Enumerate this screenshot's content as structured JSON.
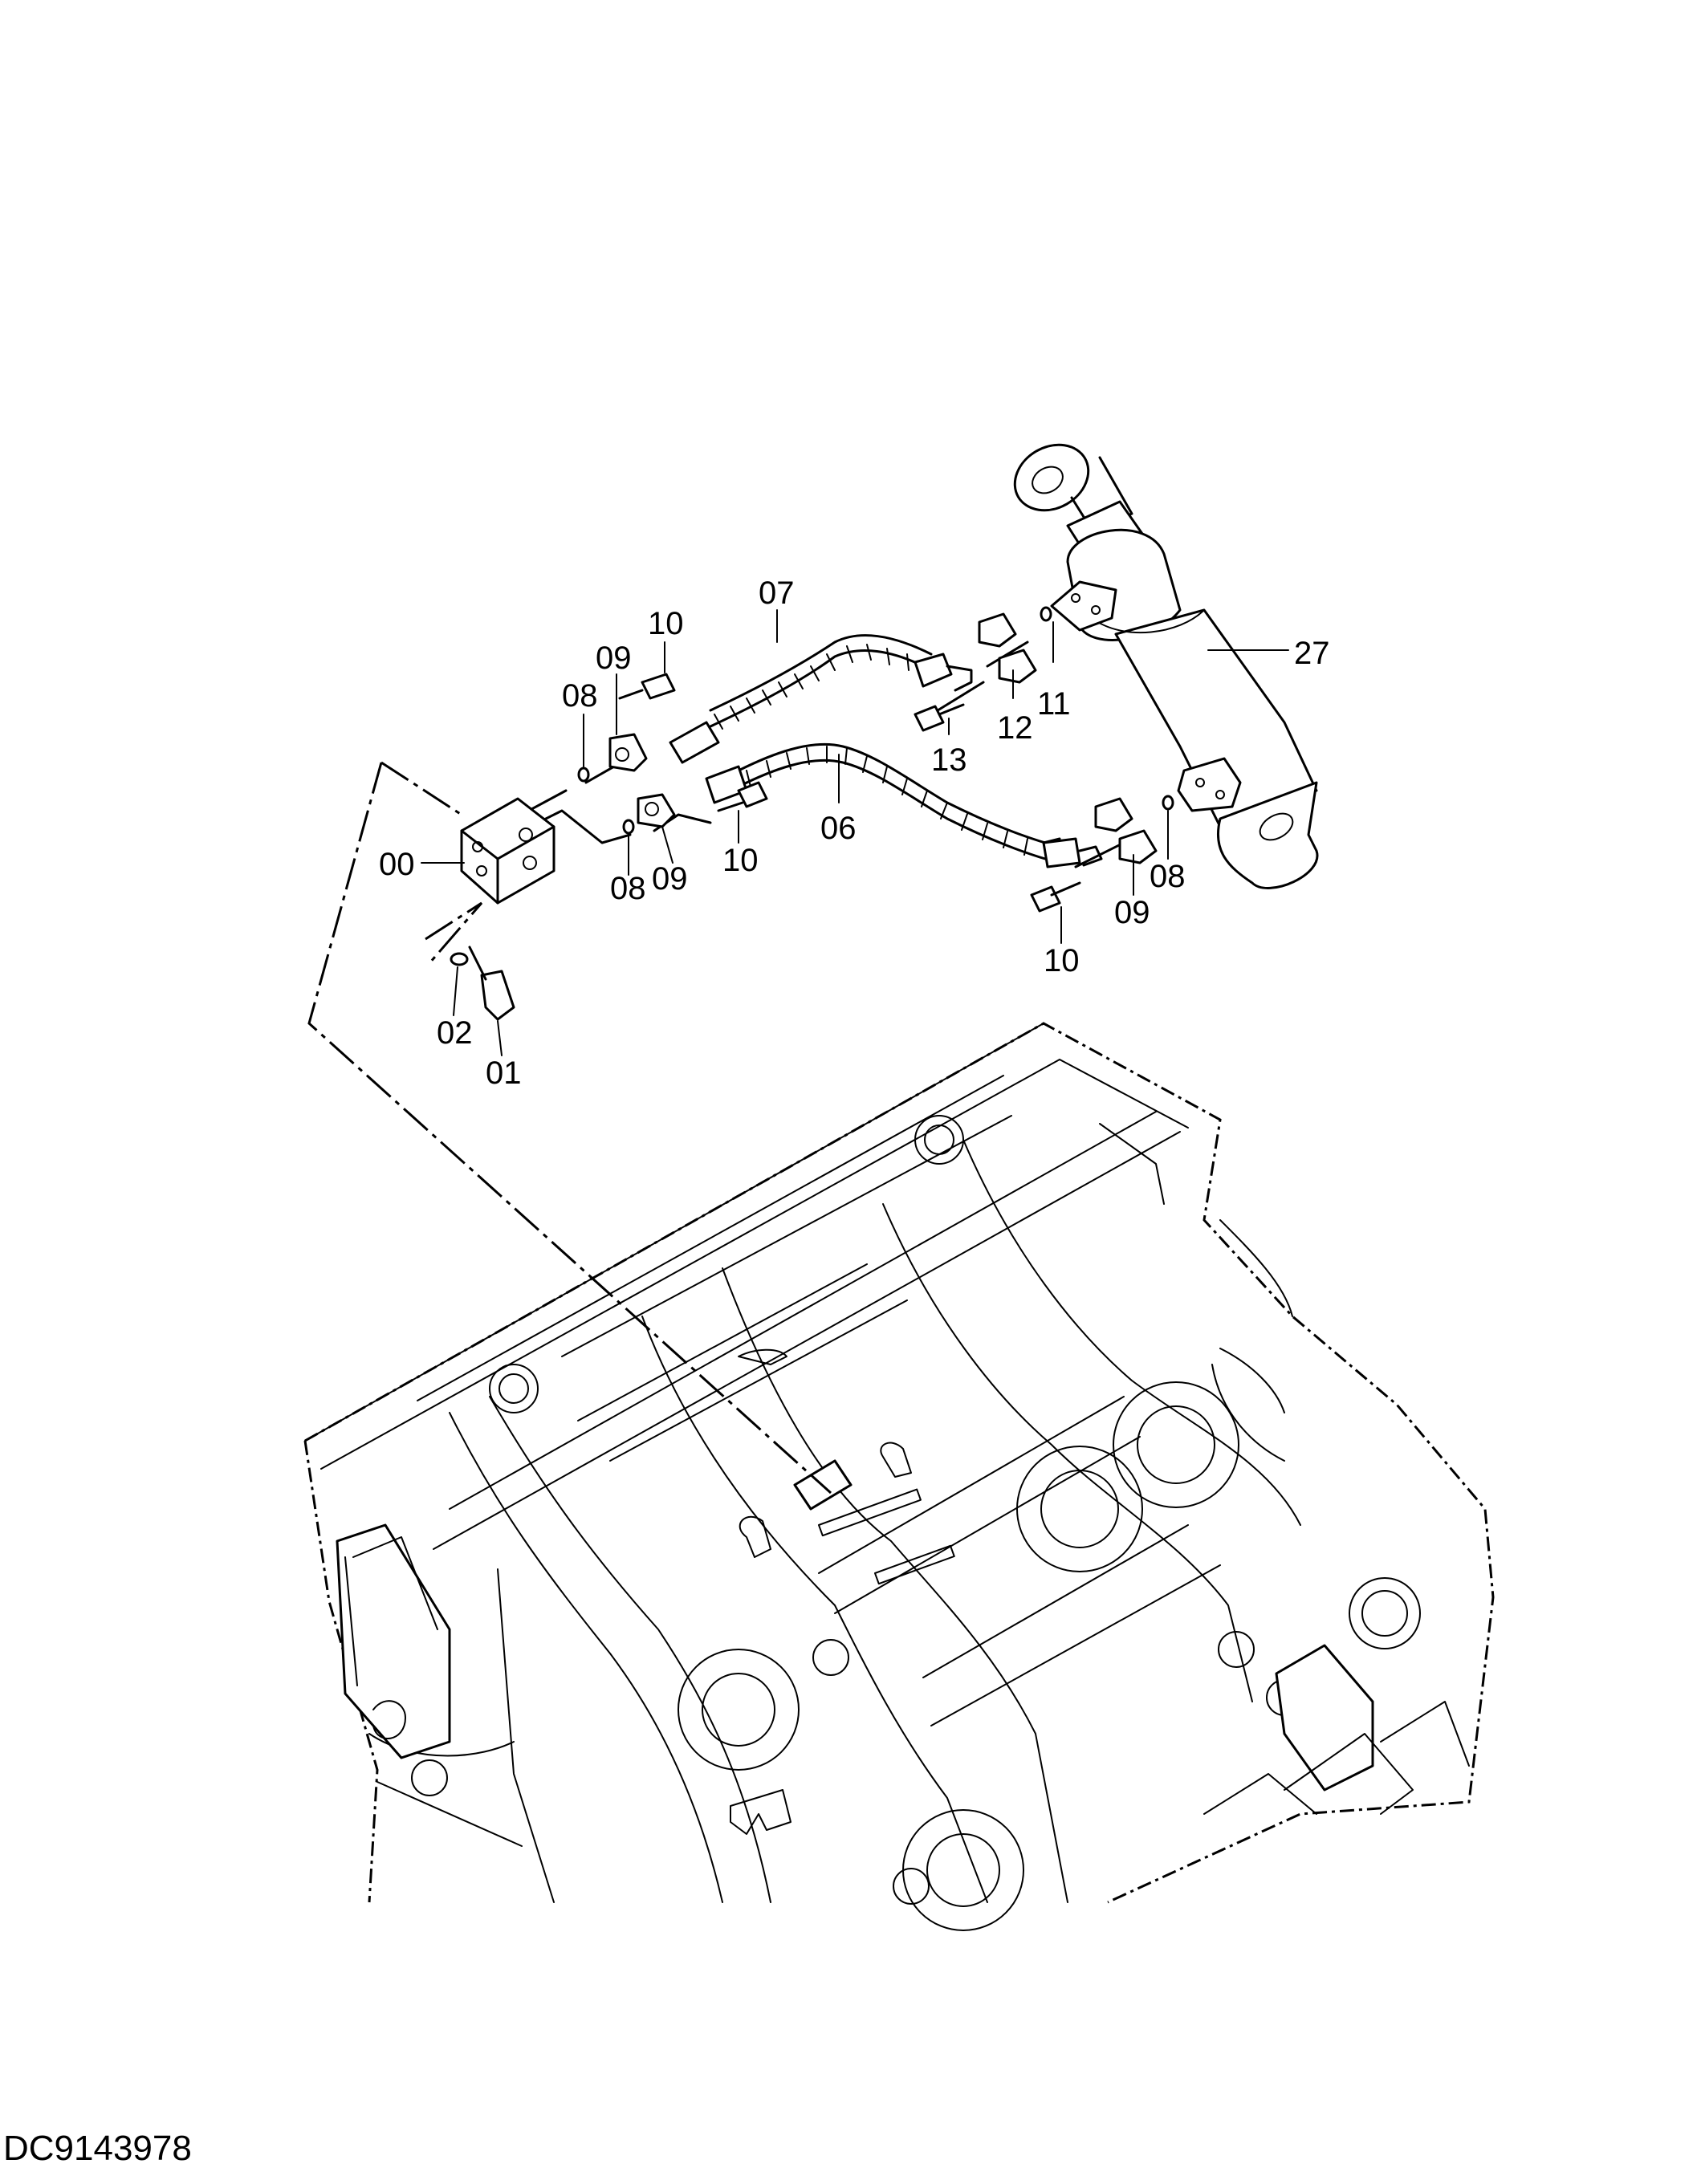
{
  "drawing_code": "DC9143978",
  "callouts": {
    "c07": "07",
    "c10a": "10",
    "c09a": "09",
    "c08a": "08",
    "c11": "11",
    "c12": "12",
    "c13": "13",
    "c27": "27",
    "c00": "00",
    "c08b": "08",
    "c09b": "09",
    "c10b": "10",
    "c06": "06",
    "c08c": "08",
    "c09c": "09",
    "c10c": "10",
    "c02": "02",
    "c01": "01"
  }
}
